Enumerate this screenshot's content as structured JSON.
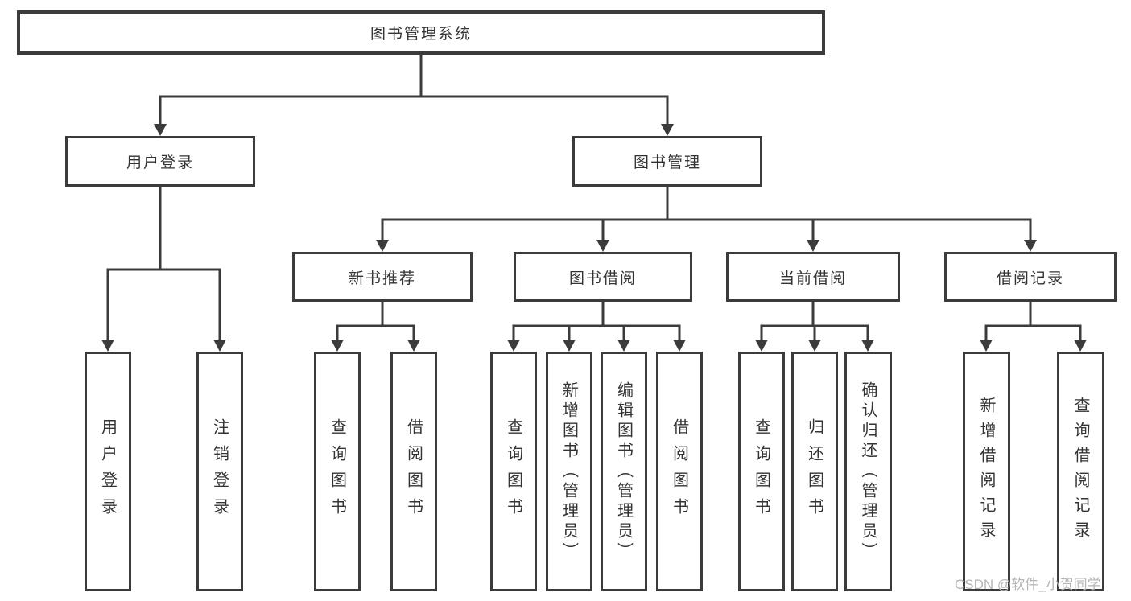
{
  "colors": {
    "line": "#3b3b3b",
    "box_border": "#3b3b3b",
    "text": "#333333",
    "watermark": "#b5b5b5",
    "background": "#ffffff"
  },
  "watermark": "CSDN @软件_小贺同学",
  "tree": {
    "root": {
      "label": "图书管理系统"
    },
    "branches": [
      {
        "label": "用户登录",
        "children": [
          {
            "label": "用户登录"
          },
          {
            "label": "注销登录"
          }
        ]
      },
      {
        "label": "图书管理",
        "children": [
          {
            "label": "新书推荐",
            "children": [
              {
                "label": "查询图书"
              },
              {
                "label": "借阅图书"
              }
            ]
          },
          {
            "label": "图书借阅",
            "children": [
              {
                "label": "查询图书"
              },
              {
                "label": "新增图书（管理员）"
              },
              {
                "label": "编辑图书（管理员）"
              },
              {
                "label": "借阅图书"
              }
            ]
          },
          {
            "label": "当前借阅",
            "children": [
              {
                "label": "查询图书"
              },
              {
                "label": "归还图书"
              },
              {
                "label": "确认归还（管理员）"
              }
            ]
          },
          {
            "label": "借阅记录",
            "children": [
              {
                "label": "新增借阅记录"
              },
              {
                "label": "查询借阅记录"
              }
            ]
          }
        ]
      }
    ]
  }
}
